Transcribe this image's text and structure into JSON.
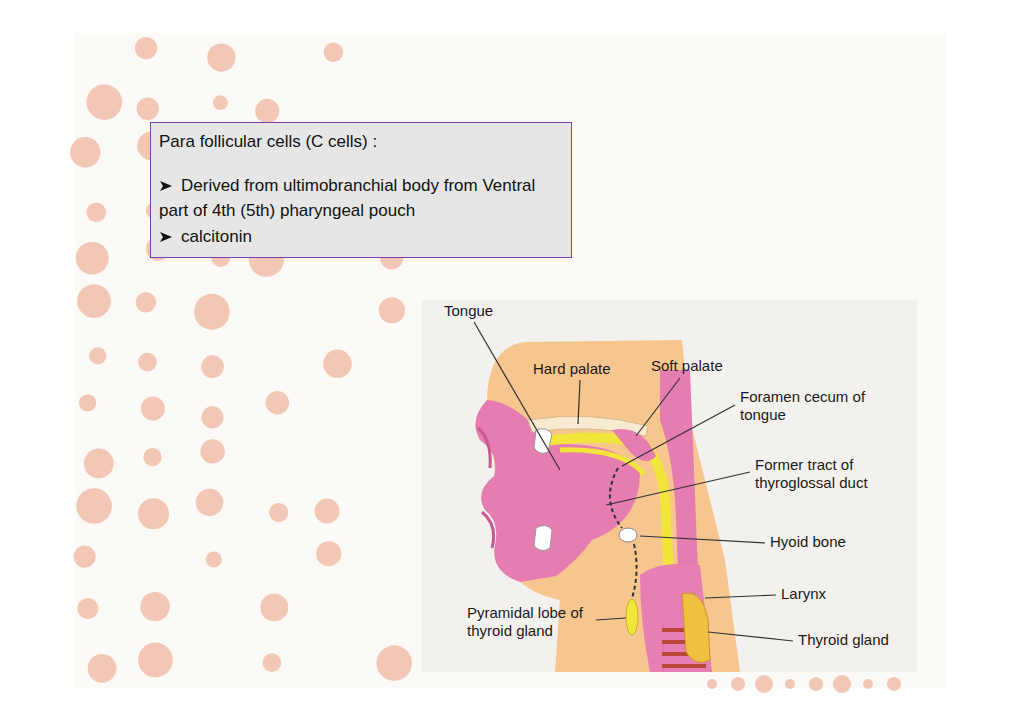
{
  "diagram": {
    "nodes": [
      {
        "text": [
          "Para follicular cells (C cells) :",
          "Derived from ultimobranchial body from Ventral part of 4th (5th) pharyngeal pouch",
          "calcitonin"
        ]
      }
    ],
    "labels": [
      "Tongue",
      "Hard palate",
      "Soft palate",
      "Foramen cecum of tongue",
      "Former tract of thyroglossal duct",
      "Hyoid bone",
      "Larynx",
      "Pyramidal lobe of thyroid gland",
      "Thyroid gland"
    ]
  }
}
